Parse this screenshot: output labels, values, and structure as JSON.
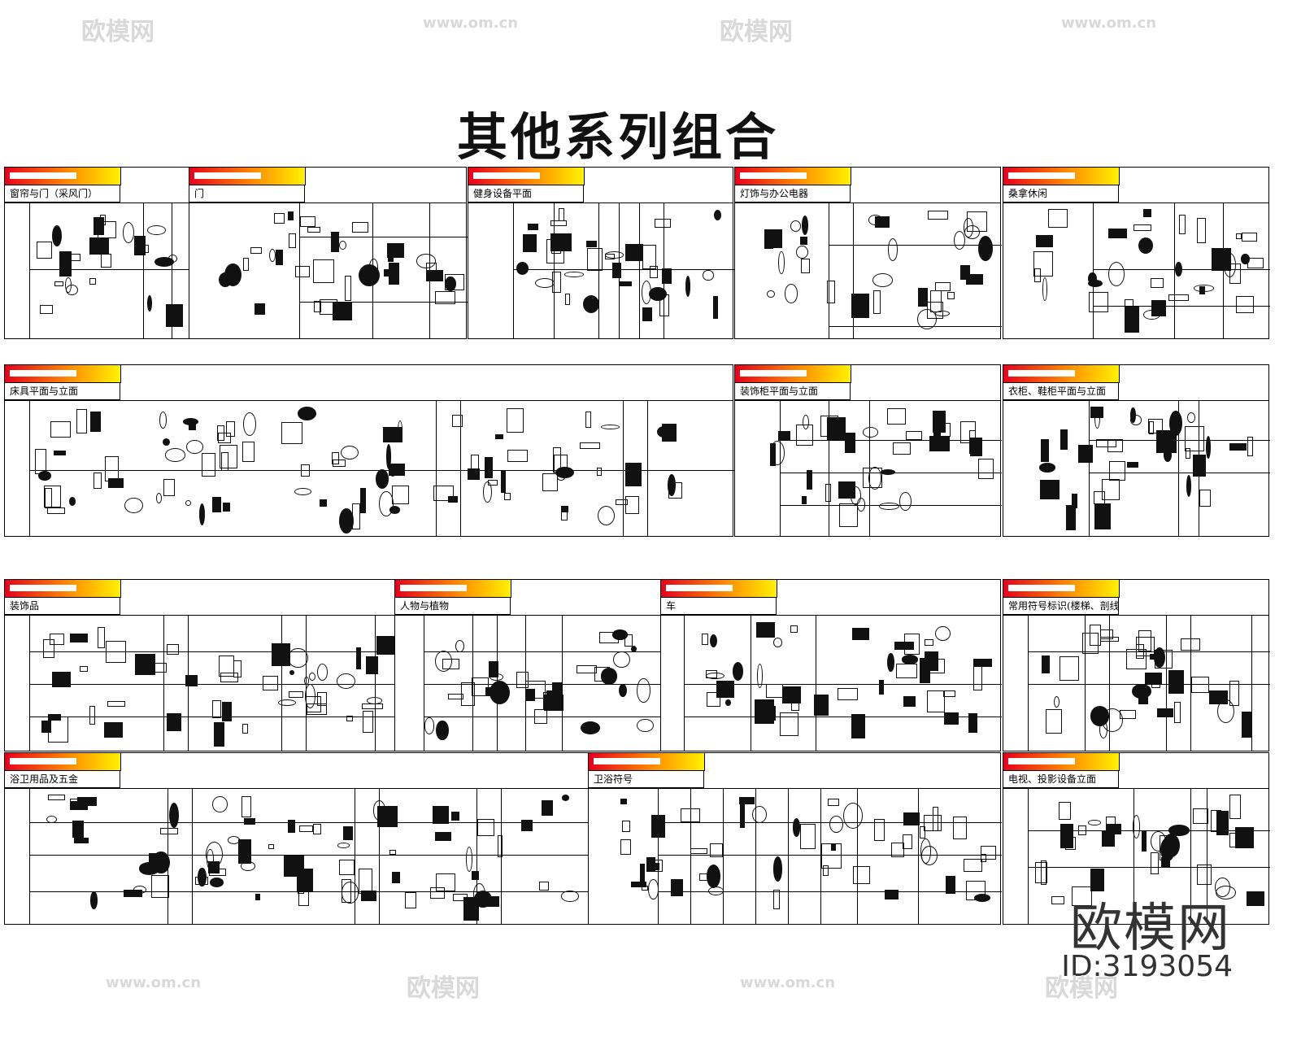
{
  "title": "其他系列组合",
  "watermark": {
    "brand": "欧模网",
    "url": "www.om.cn",
    "id": "ID:3193054"
  },
  "panels": [
    {
      "title": "窗帘与门（采风门）"
    },
    {
      "title": "门"
    },
    {
      "title": "健身设备平面"
    },
    {
      "title": "灯饰与办公电器"
    },
    {
      "title": "桑拿休闲"
    },
    {
      "title": "床具平面与立面"
    },
    {
      "title": "装饰柜平面与立面"
    },
    {
      "title": "衣柜、鞋柜平面与立面"
    },
    {
      "title": "装饰品"
    },
    {
      "title": "人物与植物"
    },
    {
      "title": "车"
    },
    {
      "title": "常用符号标识(楼梯、剖线符号)"
    },
    {
      "title": "浴卫用品及五金"
    },
    {
      "title": "卫浴符号"
    },
    {
      "title": "电视、投影设备立面"
    }
  ],
  "colors": {
    "header_gradient": [
      "#e8001c",
      "#ff8a00",
      "#fff200"
    ],
    "line": "#000000",
    "watermark": "#d9d9d9"
  }
}
